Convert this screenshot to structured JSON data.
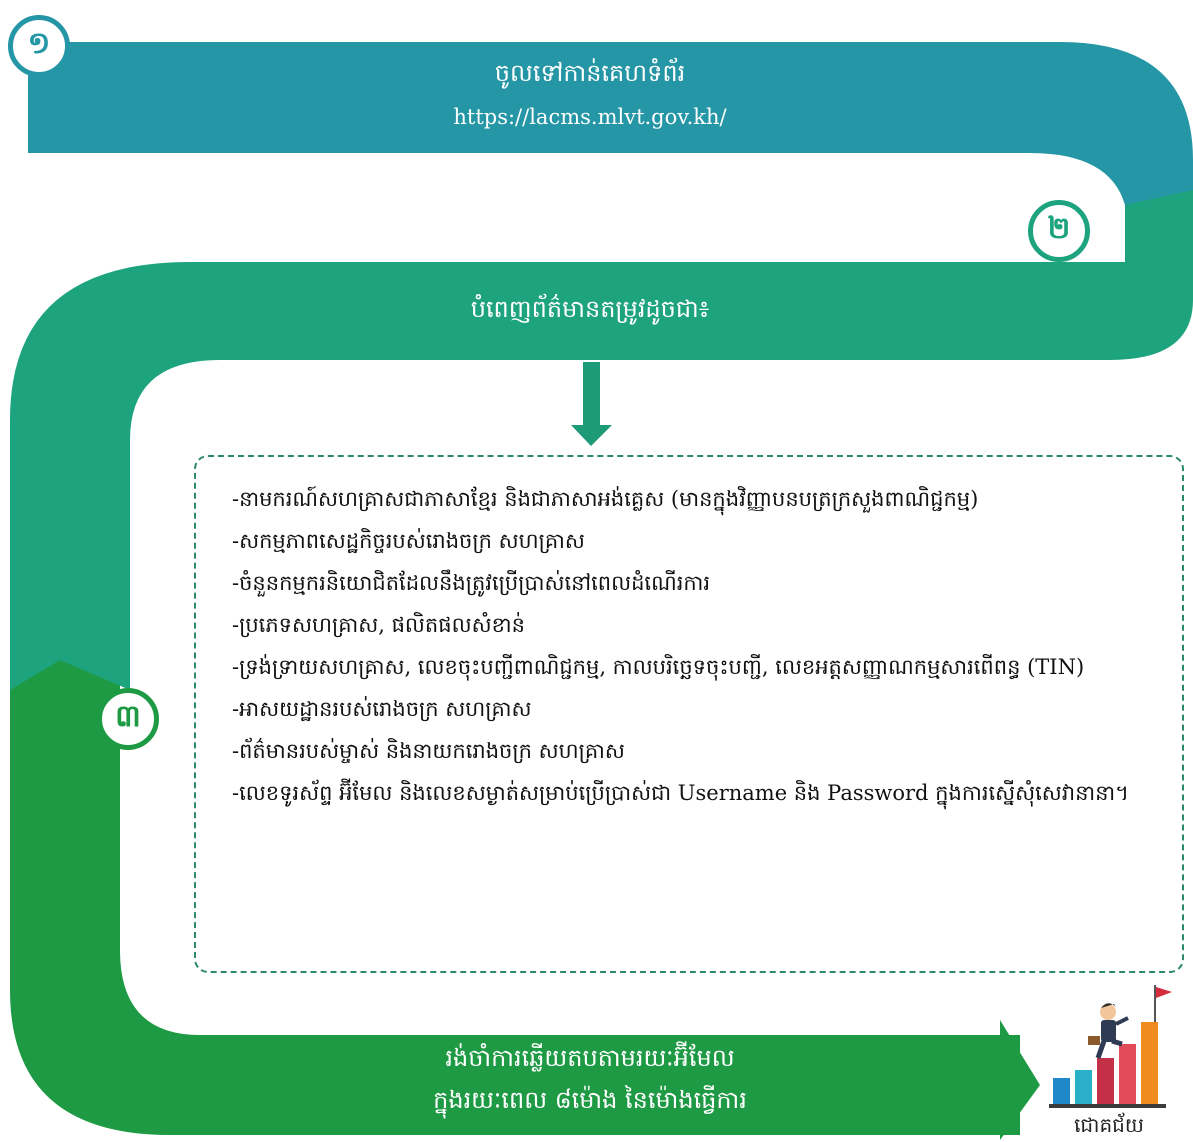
{
  "colors": {
    "step1": "#2596a6",
    "step2": "#1da37e",
    "step3": "#1f9a44",
    "arrow_down": "#1d9a78",
    "box_border": "#2a8a6a"
  },
  "step1": {
    "number": "១",
    "title": "ចូលទៅកាន់គេហទំព័រ",
    "url": "https://lacms.mlvt.gov.kh/"
  },
  "step2": {
    "number": "២",
    "title": "បំពេញព័ត៌មានតម្រូវដូចជា៖"
  },
  "step3": {
    "number": "៣",
    "title_line1": "រង់ចាំការឆ្លើយតបតាមរយៈអ៊ីមែល",
    "title_line2": "ក្នុងរយៈពេល ៨ម៉ោង នៃម៉ោងធ្វើការ"
  },
  "requirements": [
    "-នាមករណ៍សហគ្រាសជាភាសាខ្មែរ និងជាភាសាអង់គ្លេស (មានក្នុងវិញ្ញាបនបត្រក្រសួងពាណិជ្ជកម្ម)",
    "-សកម្មភាពសេដ្ឋកិច្ចរបស់រោងចក្រ សហគ្រាស",
    "-ចំនួនកម្មករនិយោជិតដែលនឹងត្រូវប្រើប្រាស់នៅពេលដំណើរការ",
    "-ប្រភេទសហគ្រាស, ផលិតផលសំខាន់",
    "-ទ្រង់ទ្រាយសហគ្រាស, លេខចុះបញ្ជីពាណិជ្ជកម្ម, កាលបរិច្ឆេទចុះបញ្ជី, លេខអត្តសញ្ញាណកម្មសារពើពន្ធ (TIN)",
    "-អាសយដ្ឋានរបស់រោងចក្រ សហគ្រាស",
    "-ព័ត៌មានរបស់ម្ចាស់ និងនាយករោងចក្រ សហគ្រាស",
    "-លេខទូរស័ព្ទ អ៊ីមែល និងលេខសម្ងាត់សម្រាប់ប្រើប្រាស់ជា Username និង Password ក្នុងការស្នើសុំសេវានានា។"
  ],
  "success": {
    "label": "ជោគជ័យ",
    "icon": "success-chart-icon"
  }
}
